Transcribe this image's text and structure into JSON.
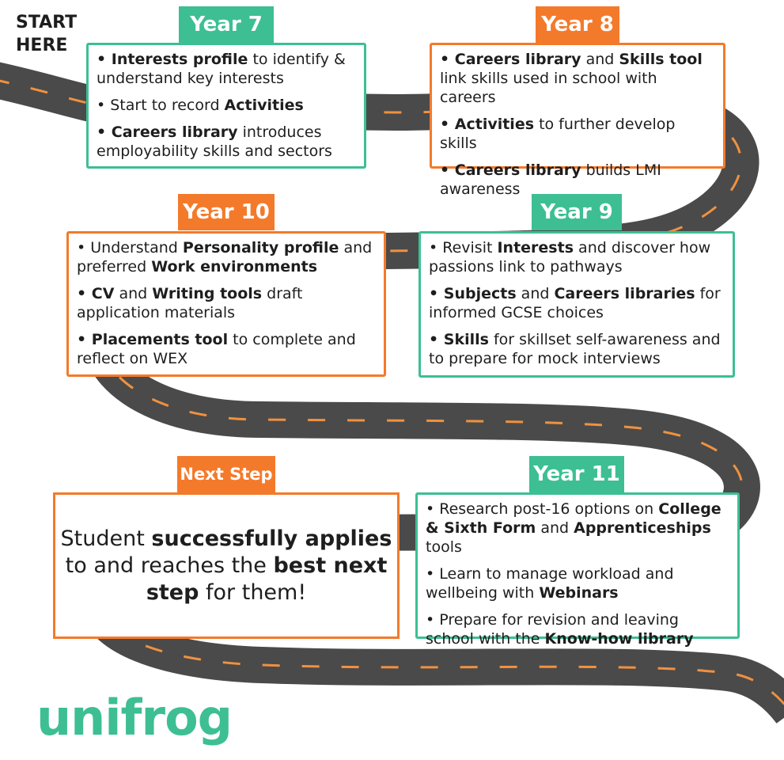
{
  "colors": {
    "green": "#3dbf93",
    "orange": "#f47a2b",
    "road": "#4a4a4a",
    "road_dash": "#f0913f"
  },
  "start_label": [
    "START",
    "HERE"
  ],
  "year7": {
    "tag": "Year 7",
    "items": [
      [
        {
          "t": "• ",
          "b": true
        },
        {
          "t": "Interests profile",
          "b": true
        },
        {
          "t": " to identify & understand key interests"
        }
      ],
      [
        {
          "t": "• Start to record "
        },
        {
          "t": "Activities",
          "b": true
        }
      ],
      [
        {
          "t": "• ",
          "b": true
        },
        {
          "t": "Careers library",
          "b": true
        },
        {
          "t": " introduces employability skills and sectors"
        }
      ]
    ]
  },
  "year8": {
    "tag": "Year 8",
    "items": [
      [
        {
          "t": "• ",
          "b": true
        },
        {
          "t": "Careers library",
          "b": true
        },
        {
          "t": " and "
        },
        {
          "t": "Skills tool",
          "b": true
        },
        {
          "t": " link skills used in school with careers"
        }
      ],
      [
        {
          "t": "• ",
          "b": true
        },
        {
          "t": "Activities",
          "b": true
        },
        {
          "t": " to further develop skills"
        }
      ],
      [
        {
          "t": "• ",
          "b": true
        },
        {
          "t": "Careers library",
          "b": true
        },
        {
          "t": " builds LMI awareness"
        }
      ]
    ]
  },
  "year9": {
    "tag": "Year 9",
    "items": [
      [
        {
          "t": "• Revisit "
        },
        {
          "t": "Interests",
          "b": true
        },
        {
          "t": " and discover how passions link to pathways"
        }
      ],
      [
        {
          "t": "• ",
          "b": true
        },
        {
          "t": "Subjects",
          "b": true
        },
        {
          "t": " and "
        },
        {
          "t": "Careers libraries",
          "b": true
        },
        {
          "t": " for informed GCSE choices"
        }
      ],
      [
        {
          "t": "• ",
          "b": true
        },
        {
          "t": "Skills",
          "b": true
        },
        {
          "t": " for skillset self-awareness and to prepare for mock interviews"
        }
      ]
    ]
  },
  "year10": {
    "tag": "Year 10",
    "items": [
      [
        {
          "t": "• Understand "
        },
        {
          "t": "Personality profile",
          "b": true
        },
        {
          "t": " and preferred "
        },
        {
          "t": "Work environments",
          "b": true
        }
      ],
      [
        {
          "t": "• ",
          "b": true
        },
        {
          "t": "CV",
          "b": true
        },
        {
          "t": " and "
        },
        {
          "t": "Writing tools",
          "b": true
        },
        {
          "t": " draft application materials"
        }
      ],
      [
        {
          "t": "• ",
          "b": true
        },
        {
          "t": "Placements tool",
          "b": true
        },
        {
          "t": " to complete and reflect on WEX"
        }
      ]
    ]
  },
  "year11": {
    "tag": "Year 11",
    "items": [
      [
        {
          "t": "• Research post-16 options on "
        },
        {
          "t": "College & Sixth Form",
          "b": true
        },
        {
          "t": " and "
        },
        {
          "t": "Apprenticeships",
          "b": true
        },
        {
          "t": " tools"
        }
      ],
      [
        {
          "t": "• Learn to manage workload and wellbeing with "
        },
        {
          "t": "Webinars",
          "b": true
        }
      ],
      [
        {
          "t": "• Prepare for revision and leaving school with the "
        },
        {
          "t": "Know-how library",
          "b": true
        }
      ]
    ]
  },
  "next_step": {
    "tag": "Next Step",
    "text": [
      {
        "t": "Student "
      },
      {
        "t": "successfully applies",
        "b": true
      },
      {
        "t": " to and reaches the "
      },
      {
        "t": "best next step",
        "b": true
      },
      {
        "t": " for them!"
      }
    ]
  },
  "logo": "unifrog"
}
